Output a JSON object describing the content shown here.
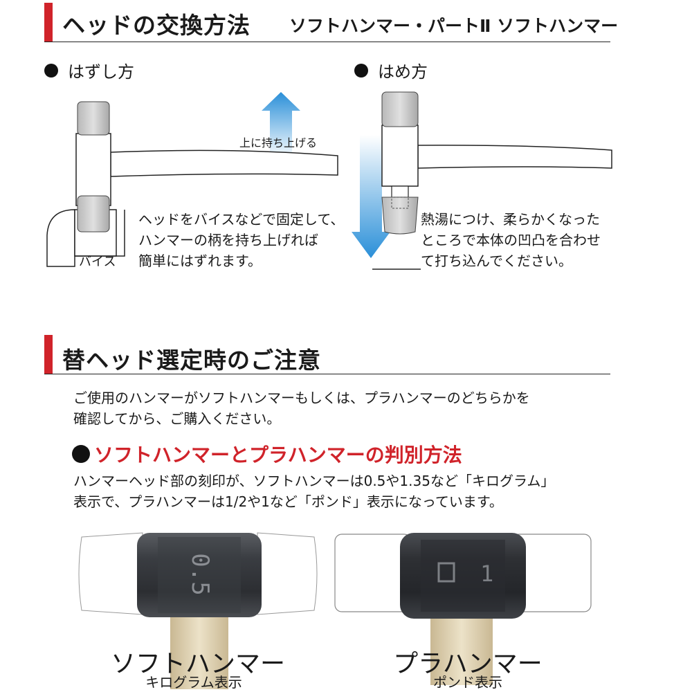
{
  "section1": {
    "title": "ヘッドの交換方法",
    "product": "ソフトハンマー・パートⅡ ソフトハンマー",
    "remove": {
      "heading": "はずし方",
      "arrow_label": "上に持ち上げる",
      "vise_label": "バイス",
      "lines": [
        "ヘッドをバイスなどで固定して、",
        "ハンマーの柄を持ち上げれば",
        "簡単にはずれます。"
      ]
    },
    "attach": {
      "heading": "はめ方",
      "lines": [
        "熱湯につけ、柔らかくなった",
        "ところで本体の凹凸を合わせ",
        "て打ち込んでください。"
      ]
    }
  },
  "section2": {
    "title": "替ヘッド選定時のご注意",
    "intro": [
      "ご使用のハンマーがソフトハンマーもしくは、プラハンマーのどちらかを",
      "確認してから、ご購入ください。"
    ],
    "subheading": "ソフトハンマーとプラハンマーの判別方法",
    "explain": [
      "ハンマーヘッド部の刻印が、ソフトハンマーは0.5や1.35など「キログラム」",
      "表示で、プラハンマーは1/2や1など「ポンド」表示になっています。"
    ],
    "soft": {
      "name": "ソフトハンマー",
      "unit": "キログラム表示",
      "stamp": "0.5"
    },
    "plastic": {
      "name": "プラハンマー",
      "unit": "ポンド表示",
      "stamp": "1"
    }
  },
  "colors": {
    "accent_red": "#d0232a",
    "arrow_blue": "#2a8fd8",
    "metal": "#3a3d42",
    "wood": "#e3d6b8"
  }
}
